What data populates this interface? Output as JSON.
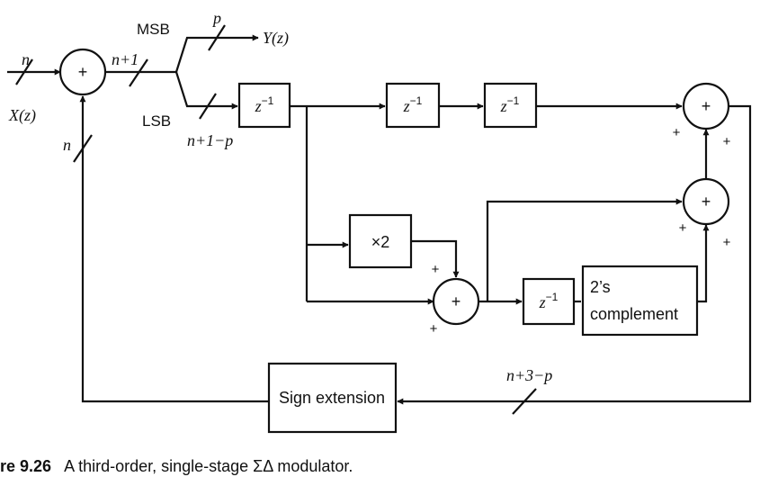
{
  "blocks": {
    "delay_1": {
      "base": "z",
      "exp": "−1"
    },
    "delay_2": {
      "base": "z",
      "exp": "−1"
    },
    "delay_3": {
      "base": "z",
      "exp": "−1"
    },
    "delay_4": {
      "base": "z",
      "exp": "−1"
    },
    "times_two": "×2",
    "twos_complement_line1": "2’s",
    "twos_complement_line2": "complement",
    "sign_extension": "Sign extension"
  },
  "summers": {
    "symbol": "+",
    "sign": "+"
  },
  "signals": {
    "input": "X(z)",
    "output": "Y(z)",
    "msb": "MSB",
    "lsb": "LSB",
    "input_width": "n",
    "sum_width": "n+1",
    "msb_width": "p",
    "lsb_width": "n+1−p",
    "feedback_in_width": "n",
    "feedback_width": "n+3−p"
  },
  "caption": {
    "label": "re 9.26",
    "text": "A third-order, single-stage ΣΔ modulator."
  }
}
